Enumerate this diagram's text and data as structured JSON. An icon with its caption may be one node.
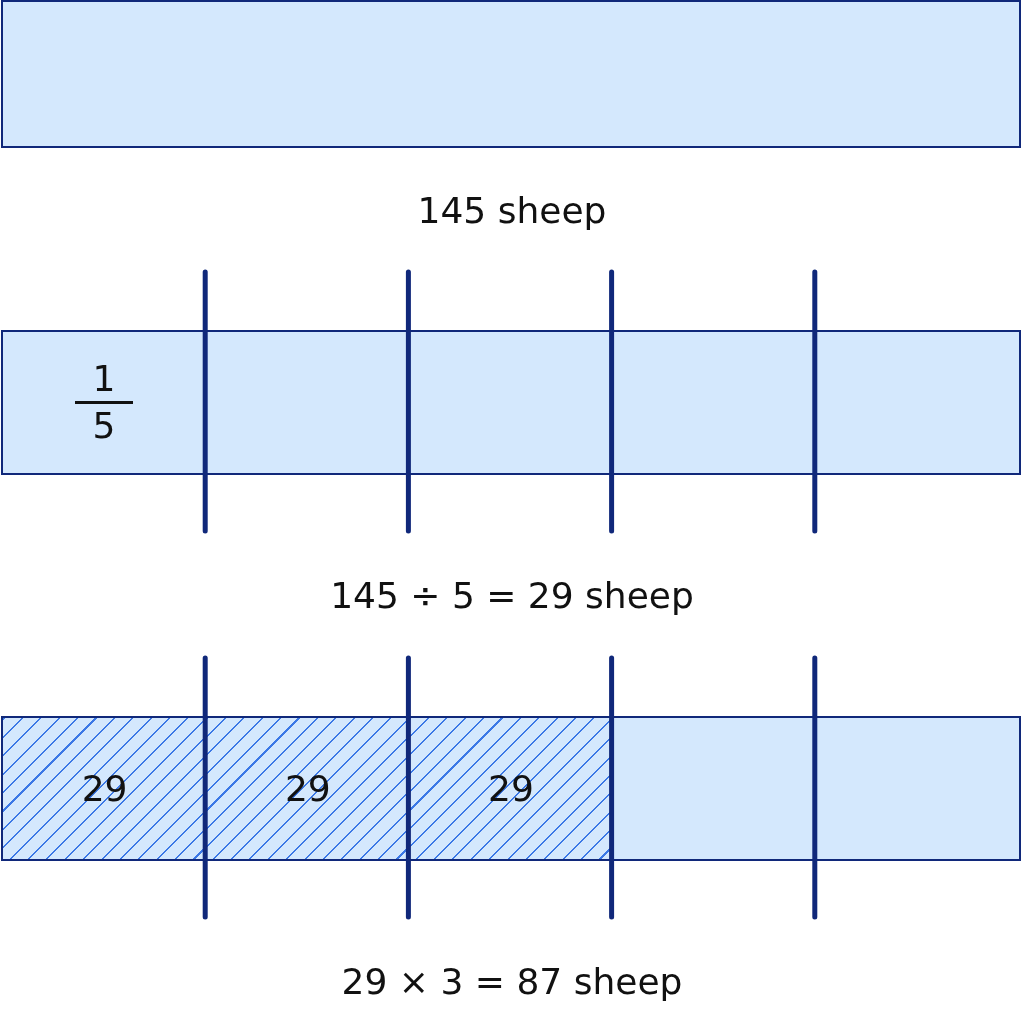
{
  "diagram": {
    "nodes": [
      {
        "text": [],
        "shape": "bar"
      },
      {
        "text": [],
        "shape": "bar"
      },
      {
        "text": [
          "1",
          "5"
        ],
        "in": 1
      },
      {
        "text": [],
        "shape": "box",
        "in": 1
      },
      {
        "text": [],
        "shape": "box",
        "in": 1
      },
      {
        "text": [],
        "shape": "box",
        "in": 1
      },
      {
        "text": [],
        "shape": "box",
        "in": 1
      },
      {
        "text": [],
        "shape": "bar"
      },
      {
        "text": [
          "29"
        ],
        "in": 7
      },
      {
        "text": [
          "29"
        ],
        "in": 7
      },
      {
        "text": [
          "29"
        ],
        "in": 7
      },
      {
        "text": [],
        "shape": "box",
        "in": 7
      },
      {
        "text": [],
        "shape": "box",
        "in": 7
      }
    ],
    "labels": [
      "145 sheep",
      "145 ÷ 5 = 29 sheep",
      "29 × 3 = 87 sheep"
    ]
  }
}
